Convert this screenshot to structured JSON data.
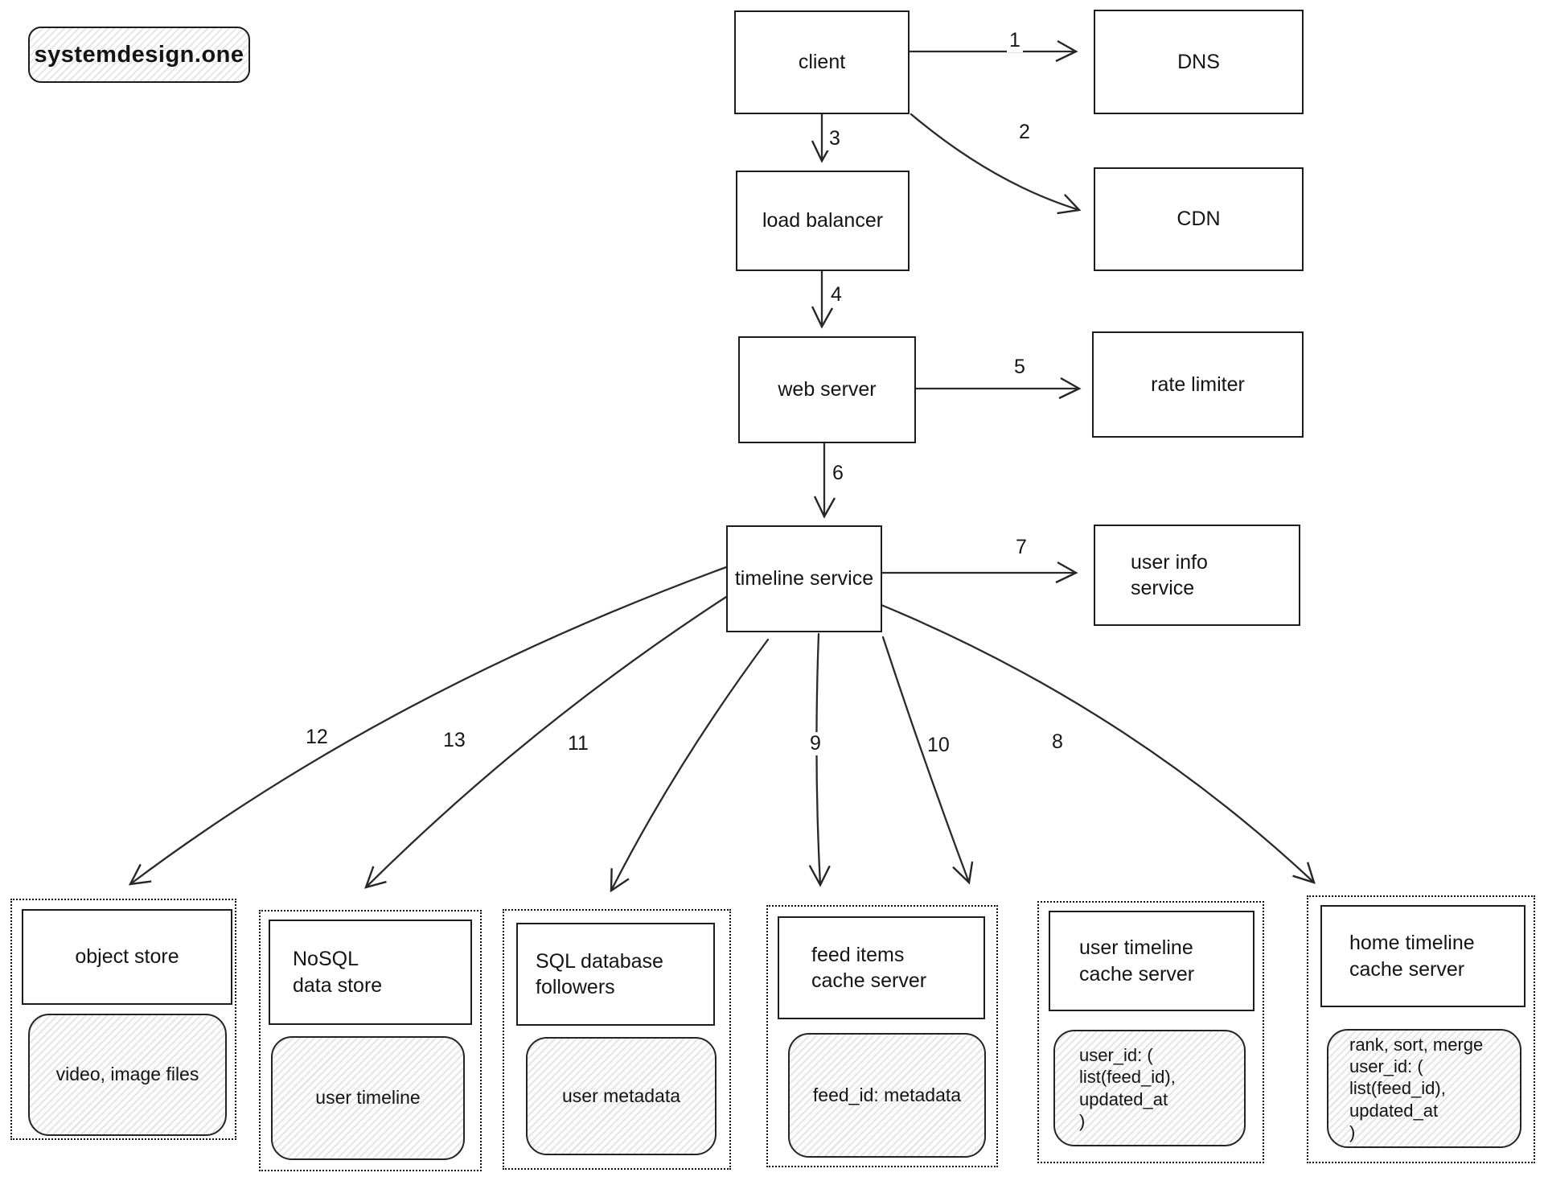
{
  "brand": {
    "label": "systemdesign.one"
  },
  "nodes": {
    "client": {
      "label": "client"
    },
    "dns": {
      "label": "DNS"
    },
    "cdn": {
      "label": "CDN"
    },
    "load_balancer": {
      "label": "load balancer"
    },
    "web_server": {
      "label": "web server"
    },
    "rate_limiter": {
      "label": "rate limiter"
    },
    "timeline_service": {
      "label": "timeline service"
    },
    "user_info_service": {
      "label": "user info\nservice"
    }
  },
  "stores": [
    {
      "title": "object store",
      "detail": "video, image files"
    },
    {
      "title": "NoSQL\ndata store",
      "detail": "user timeline"
    },
    {
      "title": "SQL database\nfollowers",
      "detail": "user metadata"
    },
    {
      "title": "feed items\ncache server",
      "detail": "feed_id: metadata"
    },
    {
      "title": "user timeline\ncache server",
      "detail": "user_id: (\nlist(feed_id),\nupdated_at\n)"
    },
    {
      "title": "home timeline\ncache server",
      "detail": "rank, sort, merge\nuser_id: (\nlist(feed_id),\nupdated_at\n)"
    }
  ],
  "edges": [
    {
      "label": "1",
      "from": "client",
      "to": "dns"
    },
    {
      "label": "2",
      "from": "client",
      "to": "cdn"
    },
    {
      "label": "3",
      "from": "client",
      "to": "load_balancer"
    },
    {
      "label": "4",
      "from": "load_balancer",
      "to": "web_server"
    },
    {
      "label": "5",
      "from": "web_server",
      "to": "rate_limiter"
    },
    {
      "label": "6",
      "from": "web_server",
      "to": "timeline_service"
    },
    {
      "label": "7",
      "from": "timeline_service",
      "to": "user_info_service"
    },
    {
      "label": "8",
      "from": "timeline_service",
      "to": "home timeline cache server"
    },
    {
      "label": "9",
      "from": "timeline_service",
      "to": "feed items cache server"
    },
    {
      "label": "10",
      "from": "timeline_service",
      "to": "user timeline cache server"
    },
    {
      "label": "11",
      "from": "timeline_service",
      "to": "SQL database followers"
    },
    {
      "label": "12",
      "from": "timeline_service",
      "to": "object store"
    },
    {
      "label": "13",
      "from": "timeline_service",
      "to": "NoSQL data store"
    }
  ]
}
